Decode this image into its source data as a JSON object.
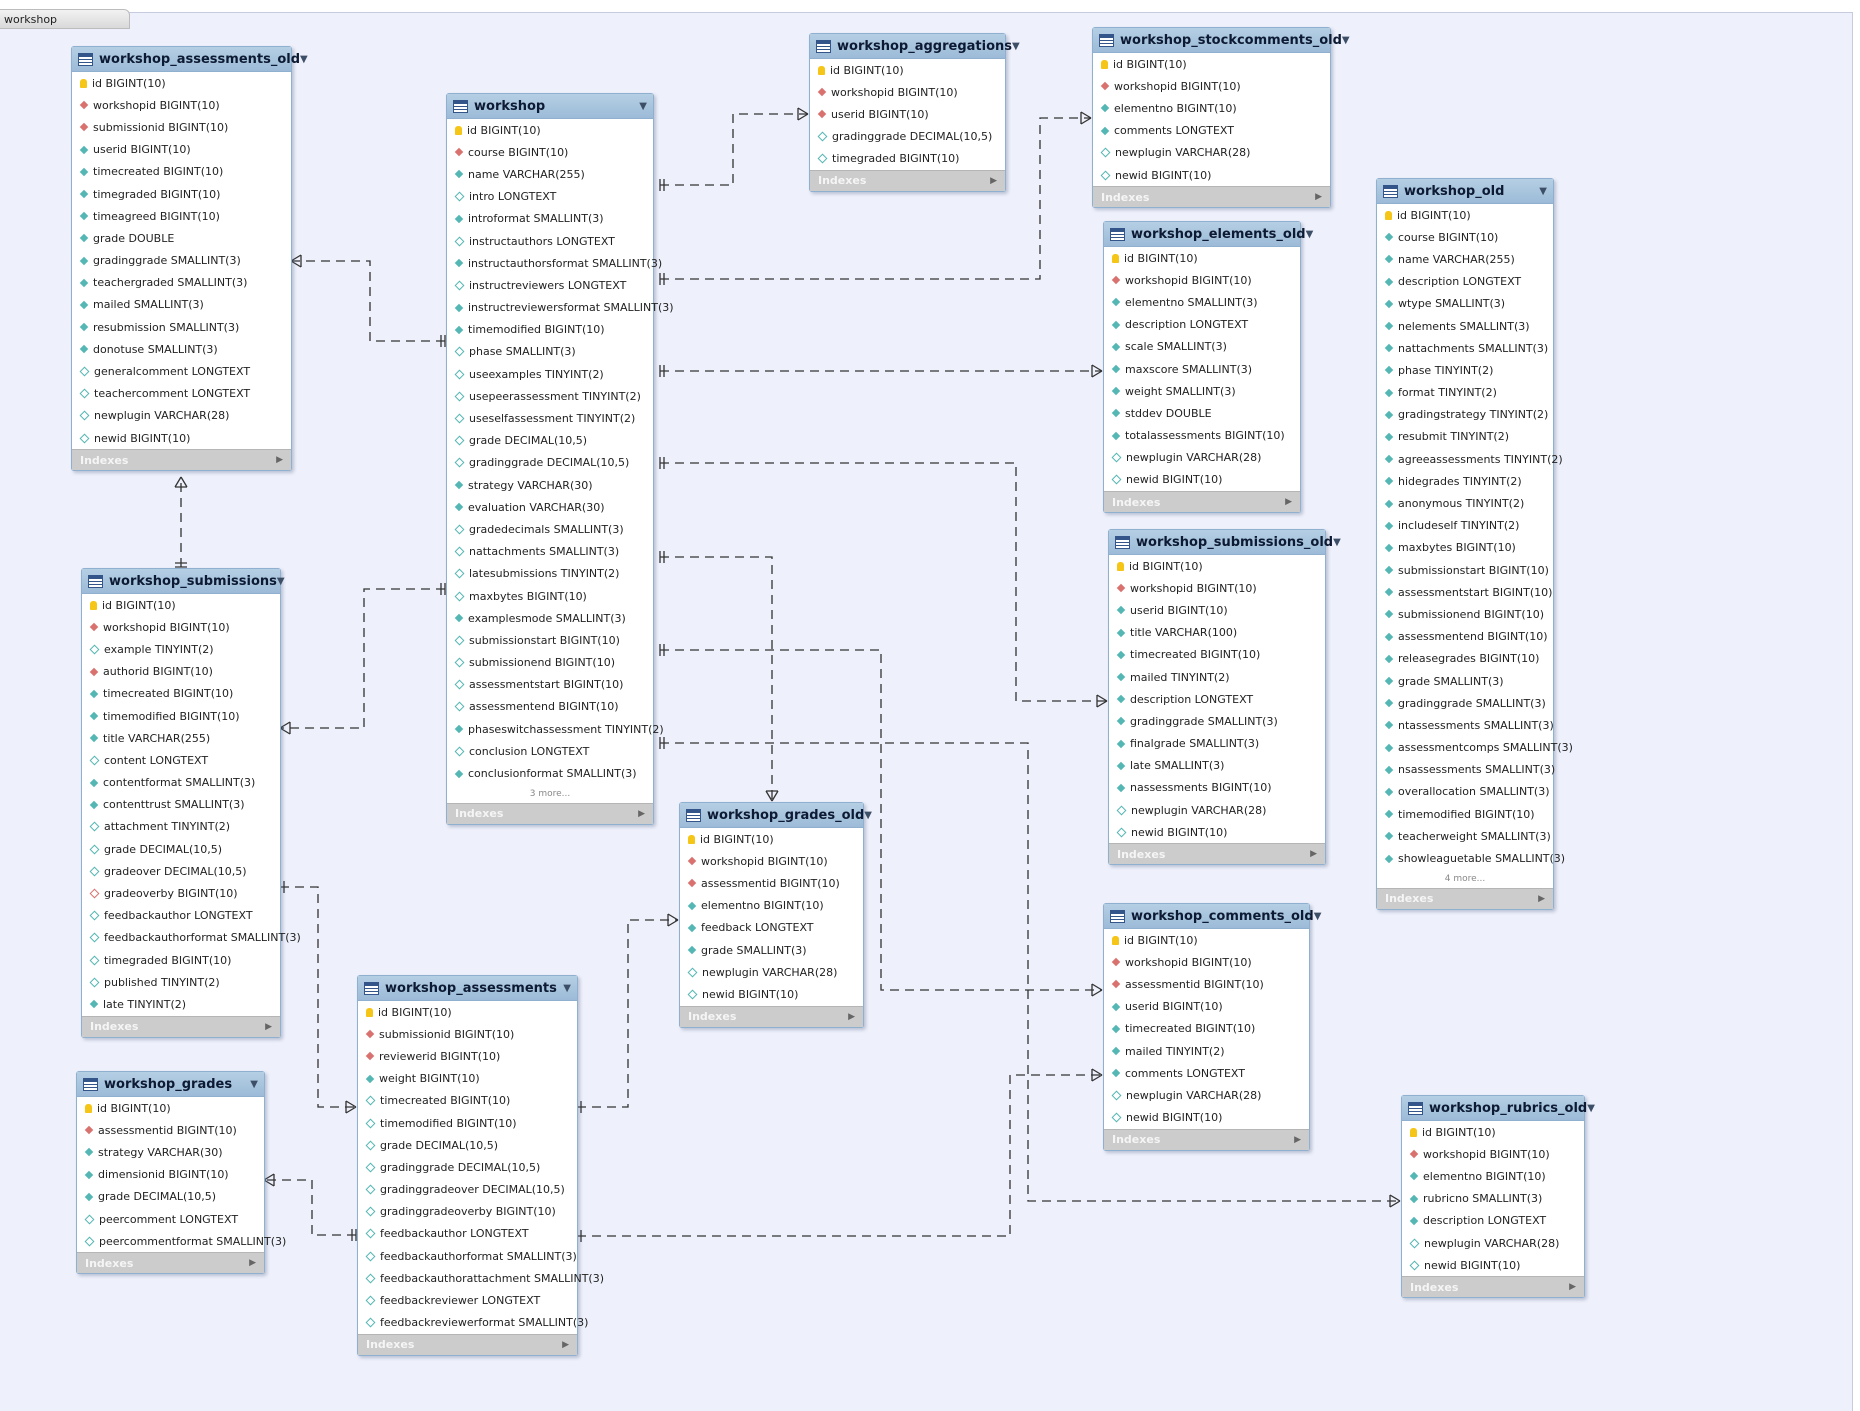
{
  "tab": {
    "label": "workshop"
  },
  "indexes_label": "Indexes",
  "tables": {
    "assessments_old": {
      "name": "workshop_assessments_old",
      "columns": [
        {
          "text": "id BIGINT(10)",
          "kind": "pk"
        },
        {
          "text": "workshopid BIGINT(10)",
          "kind": "fk"
        },
        {
          "text": "submissionid BIGINT(10)",
          "kind": "fk"
        },
        {
          "text": "userid BIGINT(10)",
          "kind": "nn"
        },
        {
          "text": "timecreated BIGINT(10)",
          "kind": "nn"
        },
        {
          "text": "timegraded BIGINT(10)",
          "kind": "nn"
        },
        {
          "text": "timeagreed BIGINT(10)",
          "kind": "nn"
        },
        {
          "text": "grade DOUBLE",
          "kind": "nn"
        },
        {
          "text": "gradinggrade SMALLINT(3)",
          "kind": "nn"
        },
        {
          "text": "teachergraded SMALLINT(3)",
          "kind": "nn"
        },
        {
          "text": "mailed SMALLINT(3)",
          "kind": "nn"
        },
        {
          "text": "resubmission SMALLINT(3)",
          "kind": "nn"
        },
        {
          "text": "donotuse SMALLINT(3)",
          "kind": "nn"
        },
        {
          "text": "generalcomment LONGTEXT",
          "kind": "null"
        },
        {
          "text": "teachercomment LONGTEXT",
          "kind": "null"
        },
        {
          "text": "newplugin VARCHAR(28)",
          "kind": "null"
        },
        {
          "text": "newid BIGINT(10)",
          "kind": "null"
        }
      ]
    },
    "workshop": {
      "name": "workshop",
      "more": "3 more...",
      "columns": [
        {
          "text": "id BIGINT(10)",
          "kind": "pk"
        },
        {
          "text": "course BIGINT(10)",
          "kind": "fk"
        },
        {
          "text": "name VARCHAR(255)",
          "kind": "nn"
        },
        {
          "text": "intro LONGTEXT",
          "kind": "null"
        },
        {
          "text": "introformat SMALLINT(3)",
          "kind": "nn"
        },
        {
          "text": "instructauthors LONGTEXT",
          "kind": "null"
        },
        {
          "text": "instructauthorsformat SMALLINT(3)",
          "kind": "nn"
        },
        {
          "text": "instructreviewers LONGTEXT",
          "kind": "null"
        },
        {
          "text": "instructreviewersformat SMALLINT(3)",
          "kind": "nn"
        },
        {
          "text": "timemodified BIGINT(10)",
          "kind": "nn"
        },
        {
          "text": "phase SMALLINT(3)",
          "kind": "null"
        },
        {
          "text": "useexamples TINYINT(2)",
          "kind": "null"
        },
        {
          "text": "usepeerassessment TINYINT(2)",
          "kind": "null"
        },
        {
          "text": "useselfassessment TINYINT(2)",
          "kind": "null"
        },
        {
          "text": "grade DECIMAL(10,5)",
          "kind": "null"
        },
        {
          "text": "gradinggrade DECIMAL(10,5)",
          "kind": "null"
        },
        {
          "text": "strategy VARCHAR(30)",
          "kind": "nn"
        },
        {
          "text": "evaluation VARCHAR(30)",
          "kind": "nn"
        },
        {
          "text": "gradedecimals SMALLINT(3)",
          "kind": "null"
        },
        {
          "text": "nattachments SMALLINT(3)",
          "kind": "null"
        },
        {
          "text": "latesubmissions TINYINT(2)",
          "kind": "null"
        },
        {
          "text": "maxbytes BIGINT(10)",
          "kind": "null"
        },
        {
          "text": "examplesmode SMALLINT(3)",
          "kind": "nn"
        },
        {
          "text": "submissionstart BIGINT(10)",
          "kind": "null"
        },
        {
          "text": "submissionend BIGINT(10)",
          "kind": "null"
        },
        {
          "text": "assessmentstart BIGINT(10)",
          "kind": "null"
        },
        {
          "text": "assessmentend BIGINT(10)",
          "kind": "null"
        },
        {
          "text": "phaseswitchassessment TINYINT(2)",
          "kind": "nn"
        },
        {
          "text": "conclusion LONGTEXT",
          "kind": "null"
        },
        {
          "text": "conclusionformat SMALLINT(3)",
          "kind": "nn"
        }
      ]
    },
    "aggregations": {
      "name": "workshop_aggregations",
      "columns": [
        {
          "text": "id BIGINT(10)",
          "kind": "pk"
        },
        {
          "text": "workshopid BIGINT(10)",
          "kind": "fk"
        },
        {
          "text": "userid BIGINT(10)",
          "kind": "fk"
        },
        {
          "text": "gradinggrade DECIMAL(10,5)",
          "kind": "null"
        },
        {
          "text": "timegraded BIGINT(10)",
          "kind": "null"
        }
      ]
    },
    "stockcomments_old": {
      "name": "workshop_stockcomments_old",
      "columns": [
        {
          "text": "id BIGINT(10)",
          "kind": "pk"
        },
        {
          "text": "workshopid BIGINT(10)",
          "kind": "fk"
        },
        {
          "text": "elementno BIGINT(10)",
          "kind": "nn"
        },
        {
          "text": "comments LONGTEXT",
          "kind": "nn"
        },
        {
          "text": "newplugin VARCHAR(28)",
          "kind": "null"
        },
        {
          "text": "newid BIGINT(10)",
          "kind": "null"
        }
      ]
    },
    "elements_old": {
      "name": "workshop_elements_old",
      "columns": [
        {
          "text": "id BIGINT(10)",
          "kind": "pk"
        },
        {
          "text": "workshopid BIGINT(10)",
          "kind": "fk"
        },
        {
          "text": "elementno SMALLINT(3)",
          "kind": "nn"
        },
        {
          "text": "description LONGTEXT",
          "kind": "nn"
        },
        {
          "text": "scale SMALLINT(3)",
          "kind": "nn"
        },
        {
          "text": "maxscore SMALLINT(3)",
          "kind": "nn"
        },
        {
          "text": "weight SMALLINT(3)",
          "kind": "nn"
        },
        {
          "text": "stddev DOUBLE",
          "kind": "nn"
        },
        {
          "text": "totalassessments BIGINT(10)",
          "kind": "nn"
        },
        {
          "text": "newplugin VARCHAR(28)",
          "kind": "null"
        },
        {
          "text": "newid BIGINT(10)",
          "kind": "null"
        }
      ]
    },
    "workshop_old": {
      "name": "workshop_old",
      "more": "4 more...",
      "columns": [
        {
          "text": "id BIGINT(10)",
          "kind": "pk"
        },
        {
          "text": "course BIGINT(10)",
          "kind": "nn"
        },
        {
          "text": "name VARCHAR(255)",
          "kind": "nn"
        },
        {
          "text": "description LONGTEXT",
          "kind": "nn"
        },
        {
          "text": "wtype SMALLINT(3)",
          "kind": "nn"
        },
        {
          "text": "nelements SMALLINT(3)",
          "kind": "nn"
        },
        {
          "text": "nattachments SMALLINT(3)",
          "kind": "nn"
        },
        {
          "text": "phase TINYINT(2)",
          "kind": "nn"
        },
        {
          "text": "format TINYINT(2)",
          "kind": "nn"
        },
        {
          "text": "gradingstrategy TINYINT(2)",
          "kind": "nn"
        },
        {
          "text": "resubmit TINYINT(2)",
          "kind": "nn"
        },
        {
          "text": "agreeassessments TINYINT(2)",
          "kind": "nn"
        },
        {
          "text": "hidegrades TINYINT(2)",
          "kind": "nn"
        },
        {
          "text": "anonymous TINYINT(2)",
          "kind": "nn"
        },
        {
          "text": "includeself TINYINT(2)",
          "kind": "nn"
        },
        {
          "text": "maxbytes BIGINT(10)",
          "kind": "nn"
        },
        {
          "text": "submissionstart BIGINT(10)",
          "kind": "nn"
        },
        {
          "text": "assessmentstart BIGINT(10)",
          "kind": "nn"
        },
        {
          "text": "submissionend BIGINT(10)",
          "kind": "nn"
        },
        {
          "text": "assessmentend BIGINT(10)",
          "kind": "nn"
        },
        {
          "text": "releasegrades BIGINT(10)",
          "kind": "nn"
        },
        {
          "text": "grade SMALLINT(3)",
          "kind": "nn"
        },
        {
          "text": "gradinggrade SMALLINT(3)",
          "kind": "nn"
        },
        {
          "text": "ntassessments SMALLINT(3)",
          "kind": "nn"
        },
        {
          "text": "assessmentcomps SMALLINT(3)",
          "kind": "nn"
        },
        {
          "text": "nsassessments SMALLINT(3)",
          "kind": "nn"
        },
        {
          "text": "overallocation SMALLINT(3)",
          "kind": "nn"
        },
        {
          "text": "timemodified BIGINT(10)",
          "kind": "nn"
        },
        {
          "text": "teacherweight SMALLINT(3)",
          "kind": "nn"
        },
        {
          "text": "showleaguetable SMALLINT(3)",
          "kind": "nn"
        }
      ]
    },
    "submissions": {
      "name": "workshop_submissions",
      "columns": [
        {
          "text": "id BIGINT(10)",
          "kind": "pk"
        },
        {
          "text": "workshopid BIGINT(10)",
          "kind": "fk"
        },
        {
          "text": "example TINYINT(2)",
          "kind": "null"
        },
        {
          "text": "authorid BIGINT(10)",
          "kind": "fk"
        },
        {
          "text": "timecreated BIGINT(10)",
          "kind": "nn"
        },
        {
          "text": "timemodified BIGINT(10)",
          "kind": "nn"
        },
        {
          "text": "title VARCHAR(255)",
          "kind": "nn"
        },
        {
          "text": "content LONGTEXT",
          "kind": "null"
        },
        {
          "text": "contentformat SMALLINT(3)",
          "kind": "nn"
        },
        {
          "text": "contenttrust SMALLINT(3)",
          "kind": "nn"
        },
        {
          "text": "attachment TINYINT(2)",
          "kind": "null"
        },
        {
          "text": "grade DECIMAL(10,5)",
          "kind": "null"
        },
        {
          "text": "gradeover DECIMAL(10,5)",
          "kind": "null"
        },
        {
          "text": "gradeoverby BIGINT(10)",
          "kind": "fkn"
        },
        {
          "text": "feedbackauthor LONGTEXT",
          "kind": "null"
        },
        {
          "text": "feedbackauthorformat SMALLINT(3)",
          "kind": "null"
        },
        {
          "text": "timegraded BIGINT(10)",
          "kind": "null"
        },
        {
          "text": "published TINYINT(2)",
          "kind": "null"
        },
        {
          "text": "late TINYINT(2)",
          "kind": "nn"
        }
      ]
    },
    "submissions_old": {
      "name": "workshop_submissions_old",
      "columns": [
        {
          "text": "id BIGINT(10)",
          "kind": "pk"
        },
        {
          "text": "workshopid BIGINT(10)",
          "kind": "fk"
        },
        {
          "text": "userid BIGINT(10)",
          "kind": "nn"
        },
        {
          "text": "title VARCHAR(100)",
          "kind": "nn"
        },
        {
          "text": "timecreated BIGINT(10)",
          "kind": "nn"
        },
        {
          "text": "mailed TINYINT(2)",
          "kind": "nn"
        },
        {
          "text": "description LONGTEXT",
          "kind": "nn"
        },
        {
          "text": "gradinggrade SMALLINT(3)",
          "kind": "nn"
        },
        {
          "text": "finalgrade SMALLINT(3)",
          "kind": "nn"
        },
        {
          "text": "late SMALLINT(3)",
          "kind": "nn"
        },
        {
          "text": "nassessments BIGINT(10)",
          "kind": "nn"
        },
        {
          "text": "newplugin VARCHAR(28)",
          "kind": "null"
        },
        {
          "text": "newid BIGINT(10)",
          "kind": "null"
        }
      ]
    },
    "grades_old": {
      "name": "workshop_grades_old",
      "columns": [
        {
          "text": "id BIGINT(10)",
          "kind": "pk"
        },
        {
          "text": "workshopid BIGINT(10)",
          "kind": "fk"
        },
        {
          "text": "assessmentid BIGINT(10)",
          "kind": "fk"
        },
        {
          "text": "elementno BIGINT(10)",
          "kind": "nn"
        },
        {
          "text": "feedback LONGTEXT",
          "kind": "nn"
        },
        {
          "text": "grade SMALLINT(3)",
          "kind": "nn"
        },
        {
          "text": "newplugin VARCHAR(28)",
          "kind": "null"
        },
        {
          "text": "newid BIGINT(10)",
          "kind": "null"
        }
      ]
    },
    "assessments": {
      "name": "workshop_assessments",
      "columns": [
        {
          "text": "id BIGINT(10)",
          "kind": "pk"
        },
        {
          "text": "submissionid BIGINT(10)",
          "kind": "fk"
        },
        {
          "text": "reviewerid BIGINT(10)",
          "kind": "fk"
        },
        {
          "text": "weight BIGINT(10)",
          "kind": "nn"
        },
        {
          "text": "timecreated BIGINT(10)",
          "kind": "null"
        },
        {
          "text": "timemodified BIGINT(10)",
          "kind": "null"
        },
        {
          "text": "grade DECIMAL(10,5)",
          "kind": "null"
        },
        {
          "text": "gradinggrade DECIMAL(10,5)",
          "kind": "null"
        },
        {
          "text": "gradinggradeover DECIMAL(10,5)",
          "kind": "null"
        },
        {
          "text": "gradinggradeoverby BIGINT(10)",
          "kind": "null"
        },
        {
          "text": "feedbackauthor LONGTEXT",
          "kind": "null"
        },
        {
          "text": "feedbackauthorformat SMALLINT(3)",
          "kind": "null"
        },
        {
          "text": "feedbackauthorattachment SMALLINT(3)",
          "kind": "null"
        },
        {
          "text": "feedbackreviewer LONGTEXT",
          "kind": "null"
        },
        {
          "text": "feedbackreviewerformat SMALLINT(3)",
          "kind": "null"
        }
      ]
    },
    "grades": {
      "name": "workshop_grades",
      "columns": [
        {
          "text": "id BIGINT(10)",
          "kind": "pk"
        },
        {
          "text": "assessmentid BIGINT(10)",
          "kind": "fk"
        },
        {
          "text": "strategy VARCHAR(30)",
          "kind": "nn"
        },
        {
          "text": "dimensionid BIGINT(10)",
          "kind": "nn"
        },
        {
          "text": "grade DECIMAL(10,5)",
          "kind": "nn"
        },
        {
          "text": "peercomment LONGTEXT",
          "kind": "null"
        },
        {
          "text": "peercommentformat SMALLINT(3)",
          "kind": "null"
        }
      ]
    },
    "comments_old": {
      "name": "workshop_comments_old",
      "columns": [
        {
          "text": "id BIGINT(10)",
          "kind": "pk"
        },
        {
          "text": "workshopid BIGINT(10)",
          "kind": "fk"
        },
        {
          "text": "assessmentid BIGINT(10)",
          "kind": "fk"
        },
        {
          "text": "userid BIGINT(10)",
          "kind": "nn"
        },
        {
          "text": "timecreated BIGINT(10)",
          "kind": "nn"
        },
        {
          "text": "mailed TINYINT(2)",
          "kind": "nn"
        },
        {
          "text": "comments LONGTEXT",
          "kind": "nn"
        },
        {
          "text": "newplugin VARCHAR(28)",
          "kind": "null"
        },
        {
          "text": "newid BIGINT(10)",
          "kind": "null"
        }
      ]
    },
    "rubrics_old": {
      "name": "workshop_rubrics_old",
      "columns": [
        {
          "text": "id BIGINT(10)",
          "kind": "pk"
        },
        {
          "text": "workshopid BIGINT(10)",
          "kind": "fk"
        },
        {
          "text": "elementno BIGINT(10)",
          "kind": "nn"
        },
        {
          "text": "rubricno SMALLINT(3)",
          "kind": "nn"
        },
        {
          "text": "description LONGTEXT",
          "kind": "nn"
        },
        {
          "text": "newplugin VARCHAR(28)",
          "kind": "null"
        },
        {
          "text": "newid BIGINT(10)",
          "kind": "null"
        }
      ]
    }
  },
  "colors": {
    "canvas": "#eef0fb",
    "header": "#9dbbd8",
    "connector": "#333333",
    "pk_key": "#f5c518",
    "fk_diamond": "#d9726f",
    "column_diamond": "#55b7b4"
  }
}
